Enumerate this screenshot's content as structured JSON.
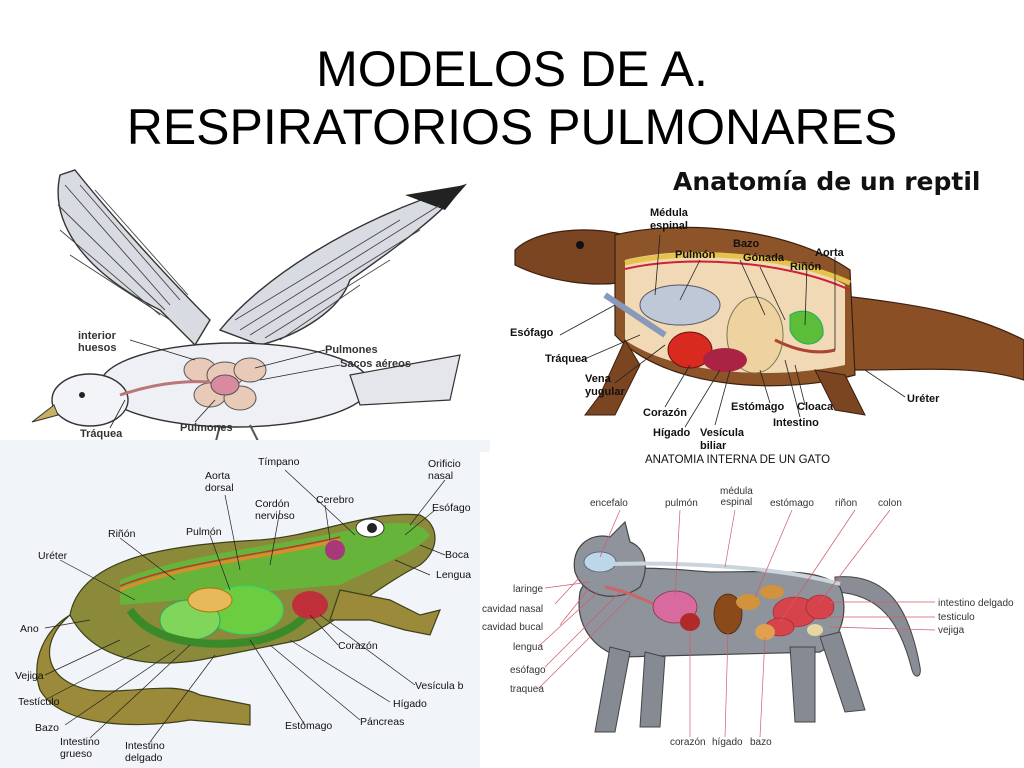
{
  "slide": {
    "title_line1": "MODELOS DE A.",
    "title_line2": "RESPIRATORIOS PULMONARES"
  },
  "bird": {
    "labels": {
      "interior_huesos": "interior\nhuesos",
      "pulmones_top": "Pulmones",
      "sacos_aereos": "Sacos aéreos",
      "traquea": "Tráquea",
      "pulmones_bottom": "Pulmones"
    }
  },
  "reptile": {
    "title": "Anatomía de un reptil",
    "labels": {
      "medula": "Médula\nespinal",
      "bazo": "Bazo",
      "pulmon": "Pulmón",
      "gonada": "Gónada",
      "aorta": "Aorta",
      "rinon": "Riñón",
      "esofago": "Esófago",
      "traquea": "Tráquea",
      "vena_yugular": "Vena\nyugular",
      "corazon": "Corazón",
      "higado": "Hígado",
      "vesicula": "Vesícula\nbiliar",
      "estomago": "Estómago",
      "cloaca": "Cloaca",
      "intestino": "Intestino",
      "ureter": "Uréter"
    }
  },
  "frog": {
    "labels": {
      "timpano": "Tímpano",
      "orificio_nasal": "Orificio\nnasal",
      "aorta_dorsal": "Aorta\ndorsal",
      "cordon_nervioso": "Cordón\nnervioso",
      "cerebro": "Cerebro",
      "esofago": "Esófago",
      "rinon": "Riñón",
      "pulmon": "Pulmón",
      "ureter": "Uréter",
      "boca": "Boca",
      "lengua": "Lengua",
      "ano": "Ano",
      "corazon": "Corazón",
      "vejiga": "Vejiga",
      "testiculo": "Testículo",
      "vesicula": "Vesícula b",
      "higado": "Hígado",
      "bazo": "Bazo",
      "pancreas": "Páncreas",
      "estomago": "Estómago",
      "intestino_grueso": "Intestino\ngrueso",
      "intestino_delgado": "Intestino\ndelgado"
    }
  },
  "cat": {
    "title": "ANATOMIA INTERNA DE UN GATO",
    "labels": {
      "encefalo": "encefalo",
      "pulmon": "pulmón",
      "medula": "médula\nespinal",
      "estomago": "estómago",
      "rinon": "riñon",
      "colon": "colon",
      "laringe": "laringe",
      "cavidad_nasal": "cavidad nasal",
      "cavidad_bucal": "cavidad bucal",
      "lengua": "lengua",
      "esofago": "esófago",
      "traquea": "traquea",
      "intestino_delgado": "intestino delgado",
      "testiculo": "testiculo",
      "vejiga": "vejiga",
      "corazon": "corazón",
      "higado": "hígado",
      "bazo": "bazo"
    }
  }
}
